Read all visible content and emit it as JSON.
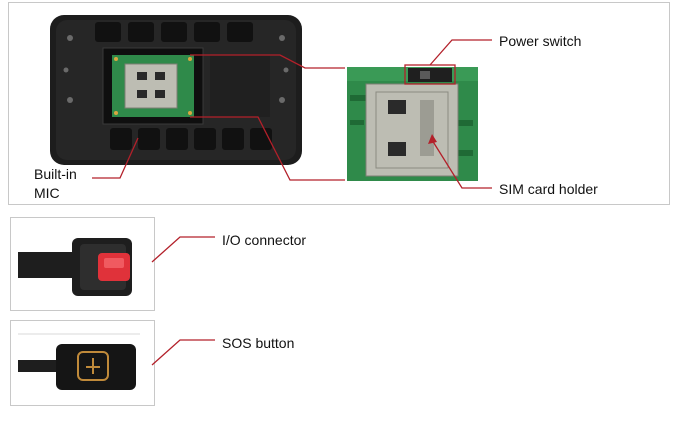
{
  "labels": {
    "power_switch": "Power switch",
    "sim_card_holder": "SIM card holder",
    "mic_line1": "Built-in",
    "mic_line2": "MIC",
    "io_connector": "I/O connector",
    "sos_button": "SOS button"
  },
  "colors": {
    "leader_line": "#b3202a",
    "device_body": "#1d1d1d",
    "pcb_green": "#2f8a4a",
    "sim_holder": "#bdbdb3",
    "connector_red": "#e0323a"
  }
}
